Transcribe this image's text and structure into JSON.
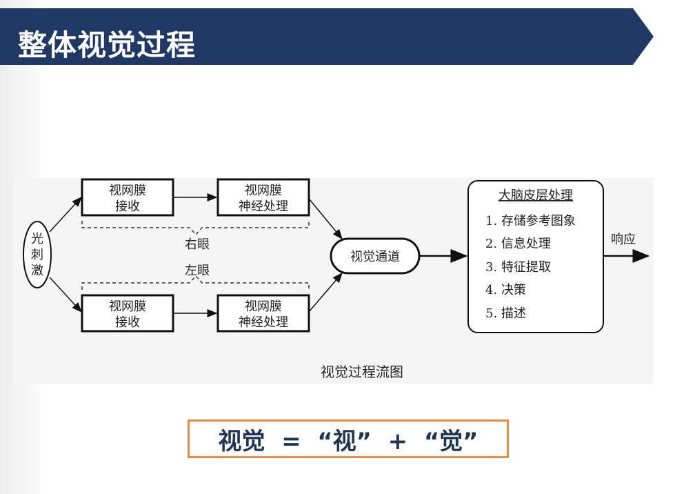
{
  "slide": {
    "title": "整体视觉过程",
    "colors": {
      "banner": "#1f3864",
      "box_border": "#ee8a3c",
      "equation_text": "#1f3556"
    }
  },
  "diagram": {
    "stimulus": [
      "光",
      "刺",
      "激"
    ],
    "upper_receive": [
      "视网膜",
      "接收"
    ],
    "upper_nerve": [
      "视网膜",
      "神经处理"
    ],
    "lower_receive": [
      "视网膜",
      "接收"
    ],
    "lower_nerve": [
      "视网膜",
      "神经处理"
    ],
    "right_eye": "右眼",
    "left_eye": "左眼",
    "pathway": "视觉通道",
    "cortex_title": "大脑皮层处理",
    "cortex_items": [
      "1. 存储参考图象",
      "2. 信息处理",
      "3. 特征提取",
      "4. 决策",
      "5. 描述"
    ],
    "response": "响应",
    "caption": "视觉过程流图"
  },
  "equation": "视觉  =  “视”  +  “觉”"
}
